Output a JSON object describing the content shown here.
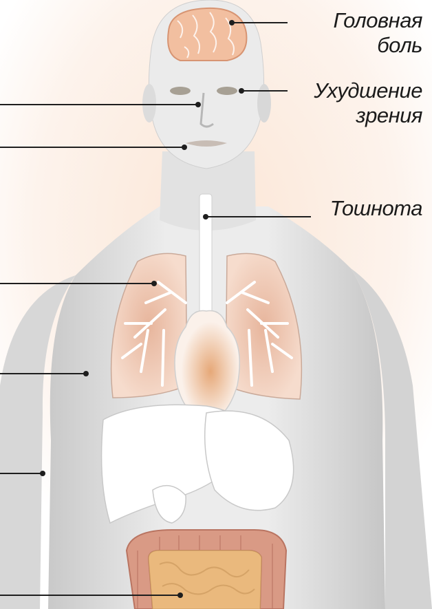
{
  "labels": {
    "headache": [
      "Головная",
      "боль"
    ],
    "vision": [
      "Ухудшение",
      "зрения"
    ],
    "nausea": [
      "Тошнота"
    ]
  },
  "colors": {
    "skin": "#e6e6e6",
    "skin_shadow": "#c9c9c9",
    "brain": "#f2bfa0",
    "lungs": "#eac1ad",
    "bronchi": "#ffffff",
    "heart_core": "#e9b489",
    "organs": "#ffffff",
    "colon": "#d99a85",
    "small_intestine": "#eab97d",
    "leader_line": "#1e1e1e"
  },
  "icons": {
    "figure": "human-torso-anatomy-icon"
  }
}
